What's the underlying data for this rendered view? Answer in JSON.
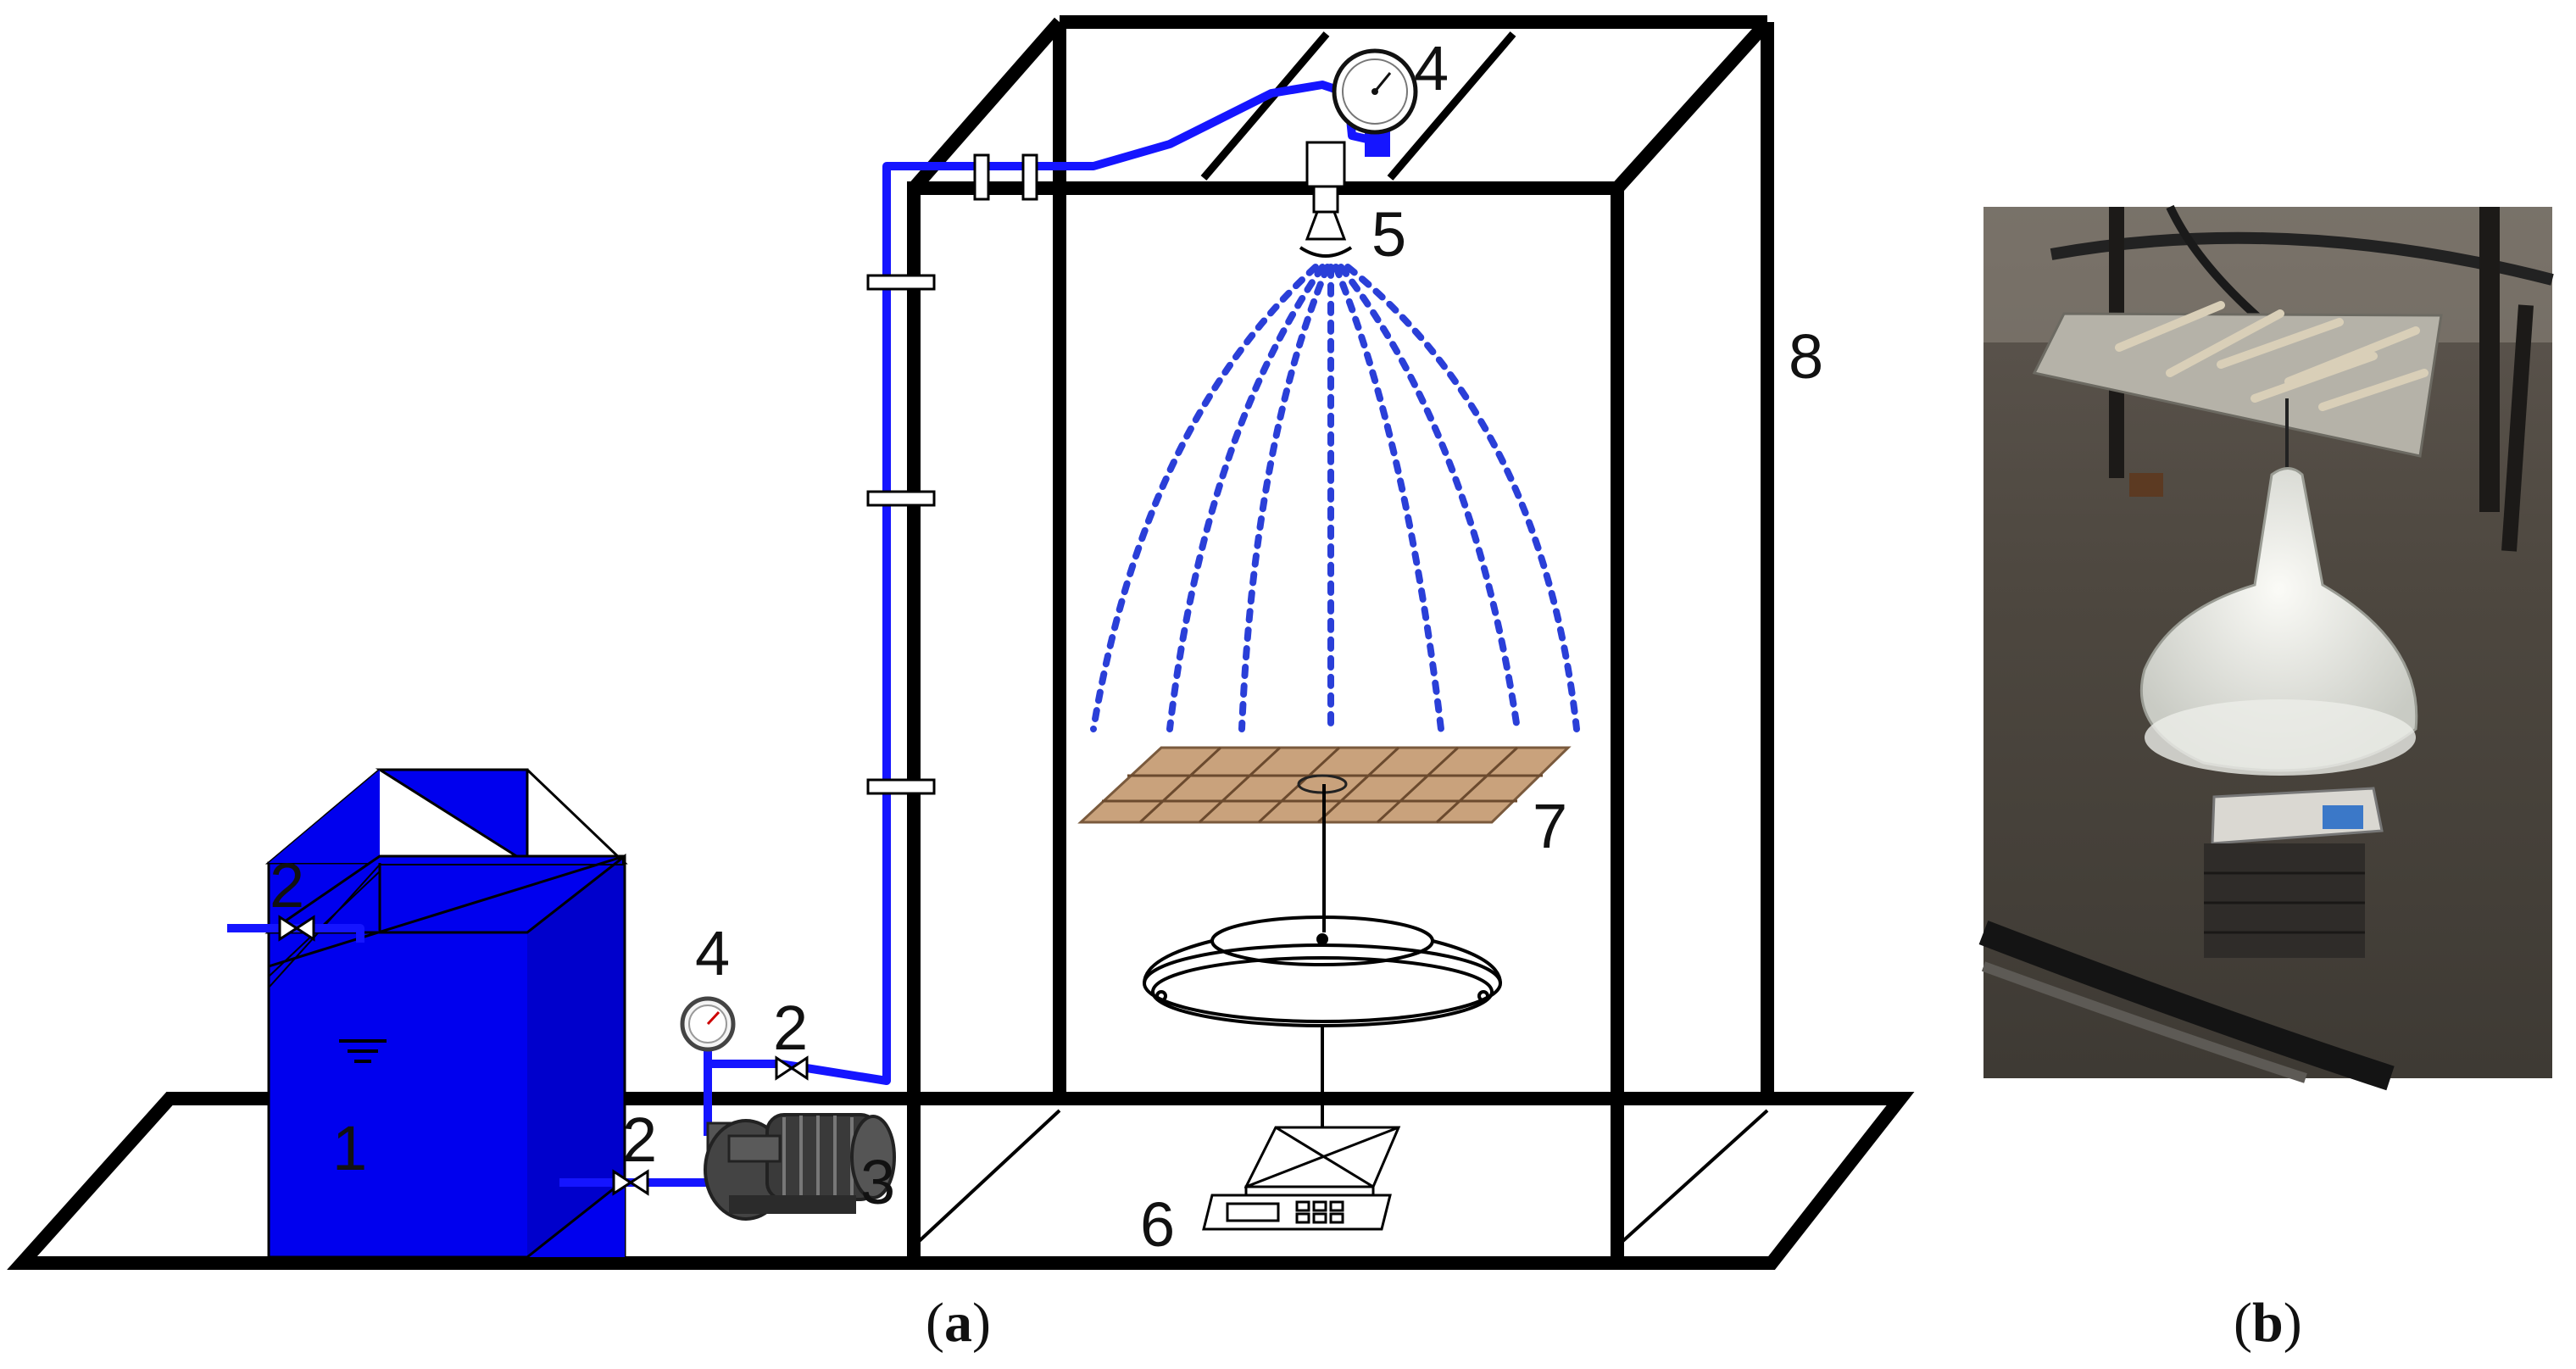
{
  "labels": {
    "tank": "1",
    "valve_tank_inlet": "2",
    "valve_tank_outlet": "2",
    "valve_pump_outlet": "2",
    "pump": "3",
    "gauge_low": "4",
    "gauge_top": "4",
    "nozzle": "5",
    "scale": "6",
    "mesh_tray": "7",
    "frame": "8"
  },
  "captions": {
    "a_open": "(",
    "a_letter": "a",
    "a_close": ")",
    "b_open": "(",
    "b_letter": "b",
    "b_close": ")"
  },
  "colors": {
    "water": "#0000ee",
    "pipe": "#1515ff",
    "spray": "#2a3fd8",
    "frame": "#000000",
    "mesh": "#c9a27c",
    "pump_body": "#3a3a3a"
  }
}
